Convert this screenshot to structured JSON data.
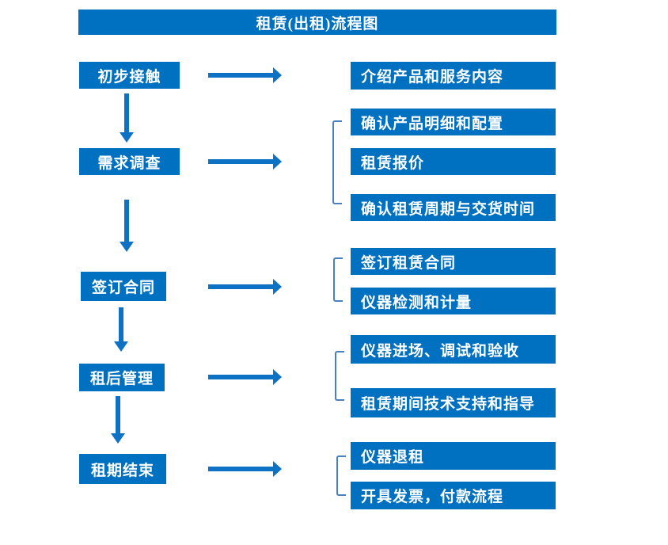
{
  "title": "租赁(出租)流程图",
  "colors": {
    "box": "#0070c0",
    "arrow": "#0d72c4",
    "bracket": "#4a80bd",
    "text_on_box": "#ffffff",
    "page_bg": "#ffffff"
  },
  "steps": [
    {
      "label": "初步接触",
      "details": [
        "介绍产品和服务内容"
      ]
    },
    {
      "label": "需求调查",
      "details": [
        "确认产品明细和配置",
        "租赁报价",
        "确认租赁周期与交货时间"
      ]
    },
    {
      "label": "签订合同",
      "details": [
        "签订租赁合同",
        "仪器检测和计量"
      ]
    },
    {
      "label": "租后管理",
      "details": [
        "仪器进场、调试和验收",
        "租赁期间技术支持和指导"
      ]
    },
    {
      "label": "租期结束",
      "details": [
        "仪器退租",
        "开具发票，付款流程"
      ]
    }
  ]
}
